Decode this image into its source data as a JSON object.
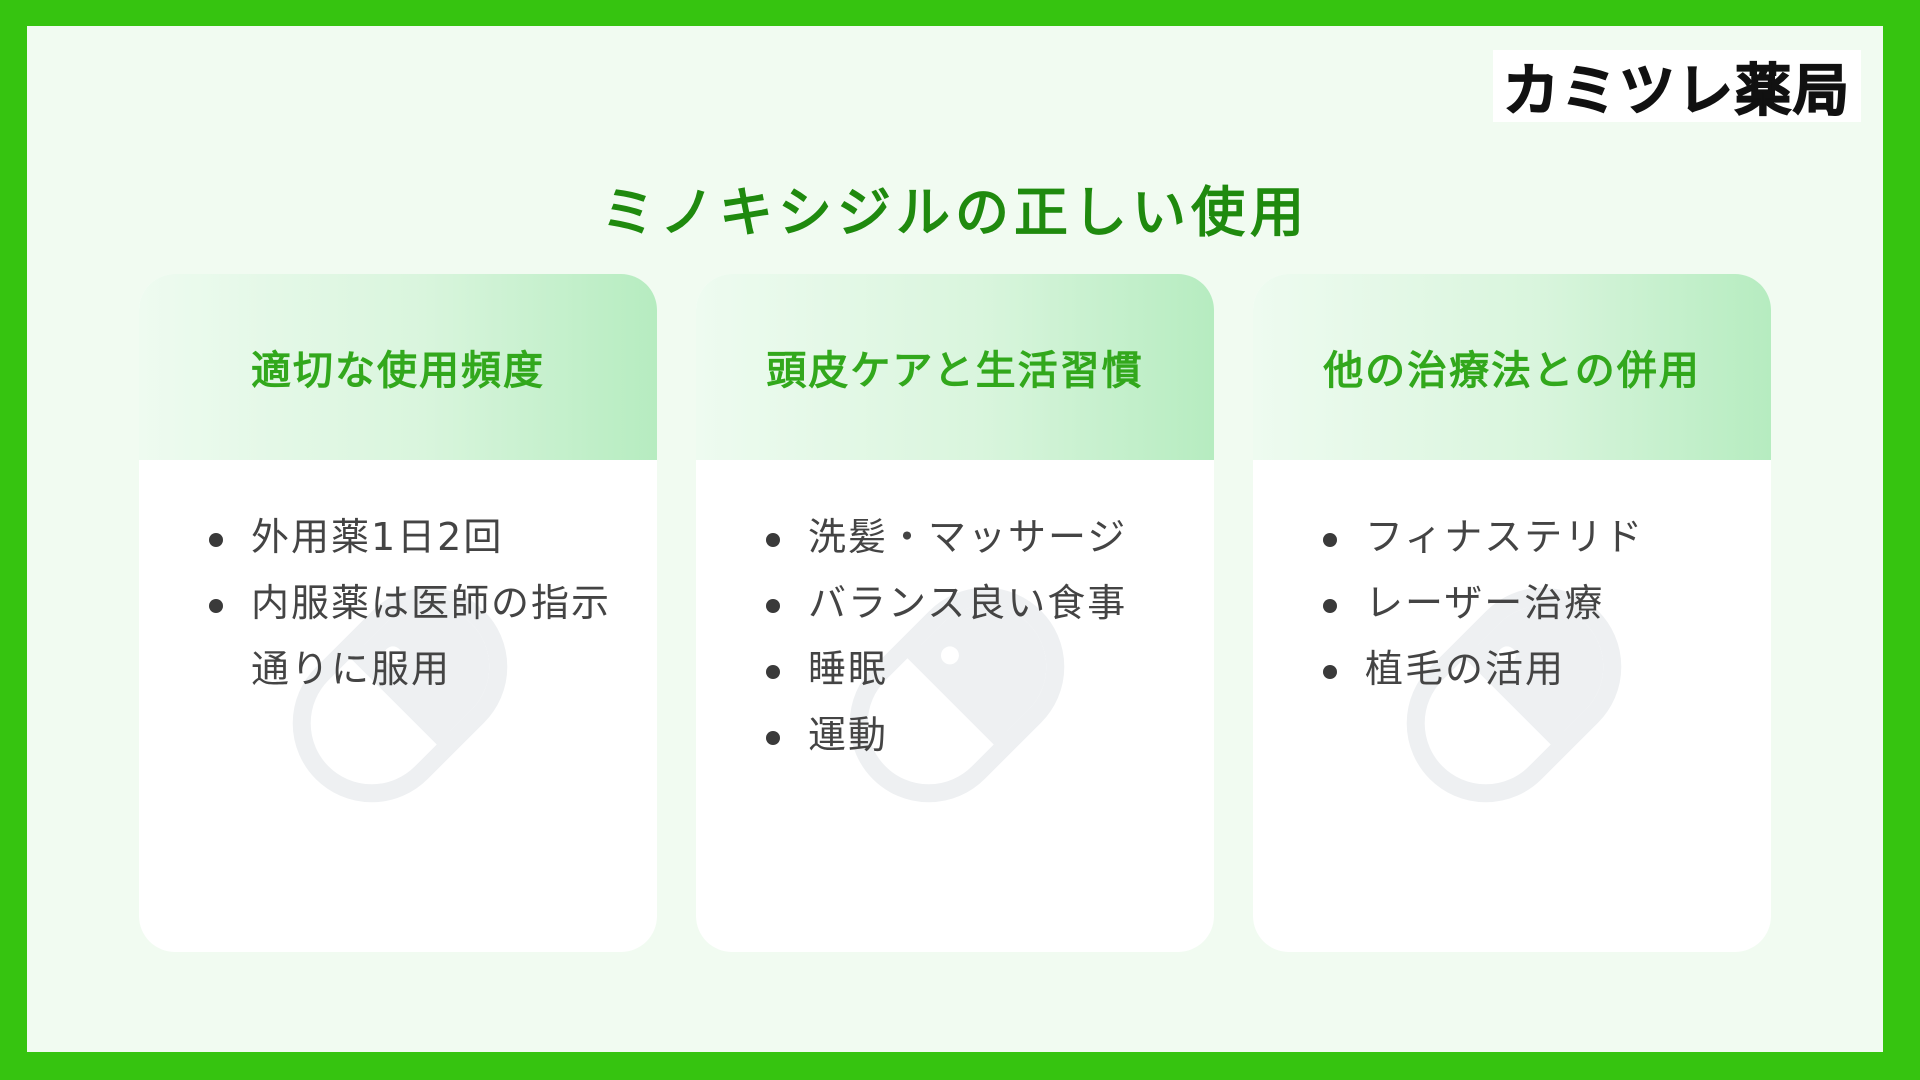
{
  "brand": "カミツレ薬局",
  "title": "ミノキシジルの正しい使用",
  "cards": [
    {
      "heading": "適切な使用頻度",
      "items": [
        "外用薬1日2回",
        "内服薬は医師の指示通りに服用"
      ]
    },
    {
      "heading": "頭皮ケアと生活習慣",
      "items": [
        "洗髪・マッサージ",
        "バランス良い食事",
        "睡眠",
        "運動"
      ]
    },
    {
      "heading": "他の治療法との併用",
      "items": [
        "フィナステリド",
        "レーザー治療",
        "植毛の活用"
      ]
    }
  ],
  "colors": {
    "frame": "#36c410",
    "background": "#f1fbf1",
    "title": "#1f8a0e",
    "heading": "#32a81c",
    "watermark": "#eef0f2"
  },
  "icons": [
    "capsule-icon"
  ]
}
